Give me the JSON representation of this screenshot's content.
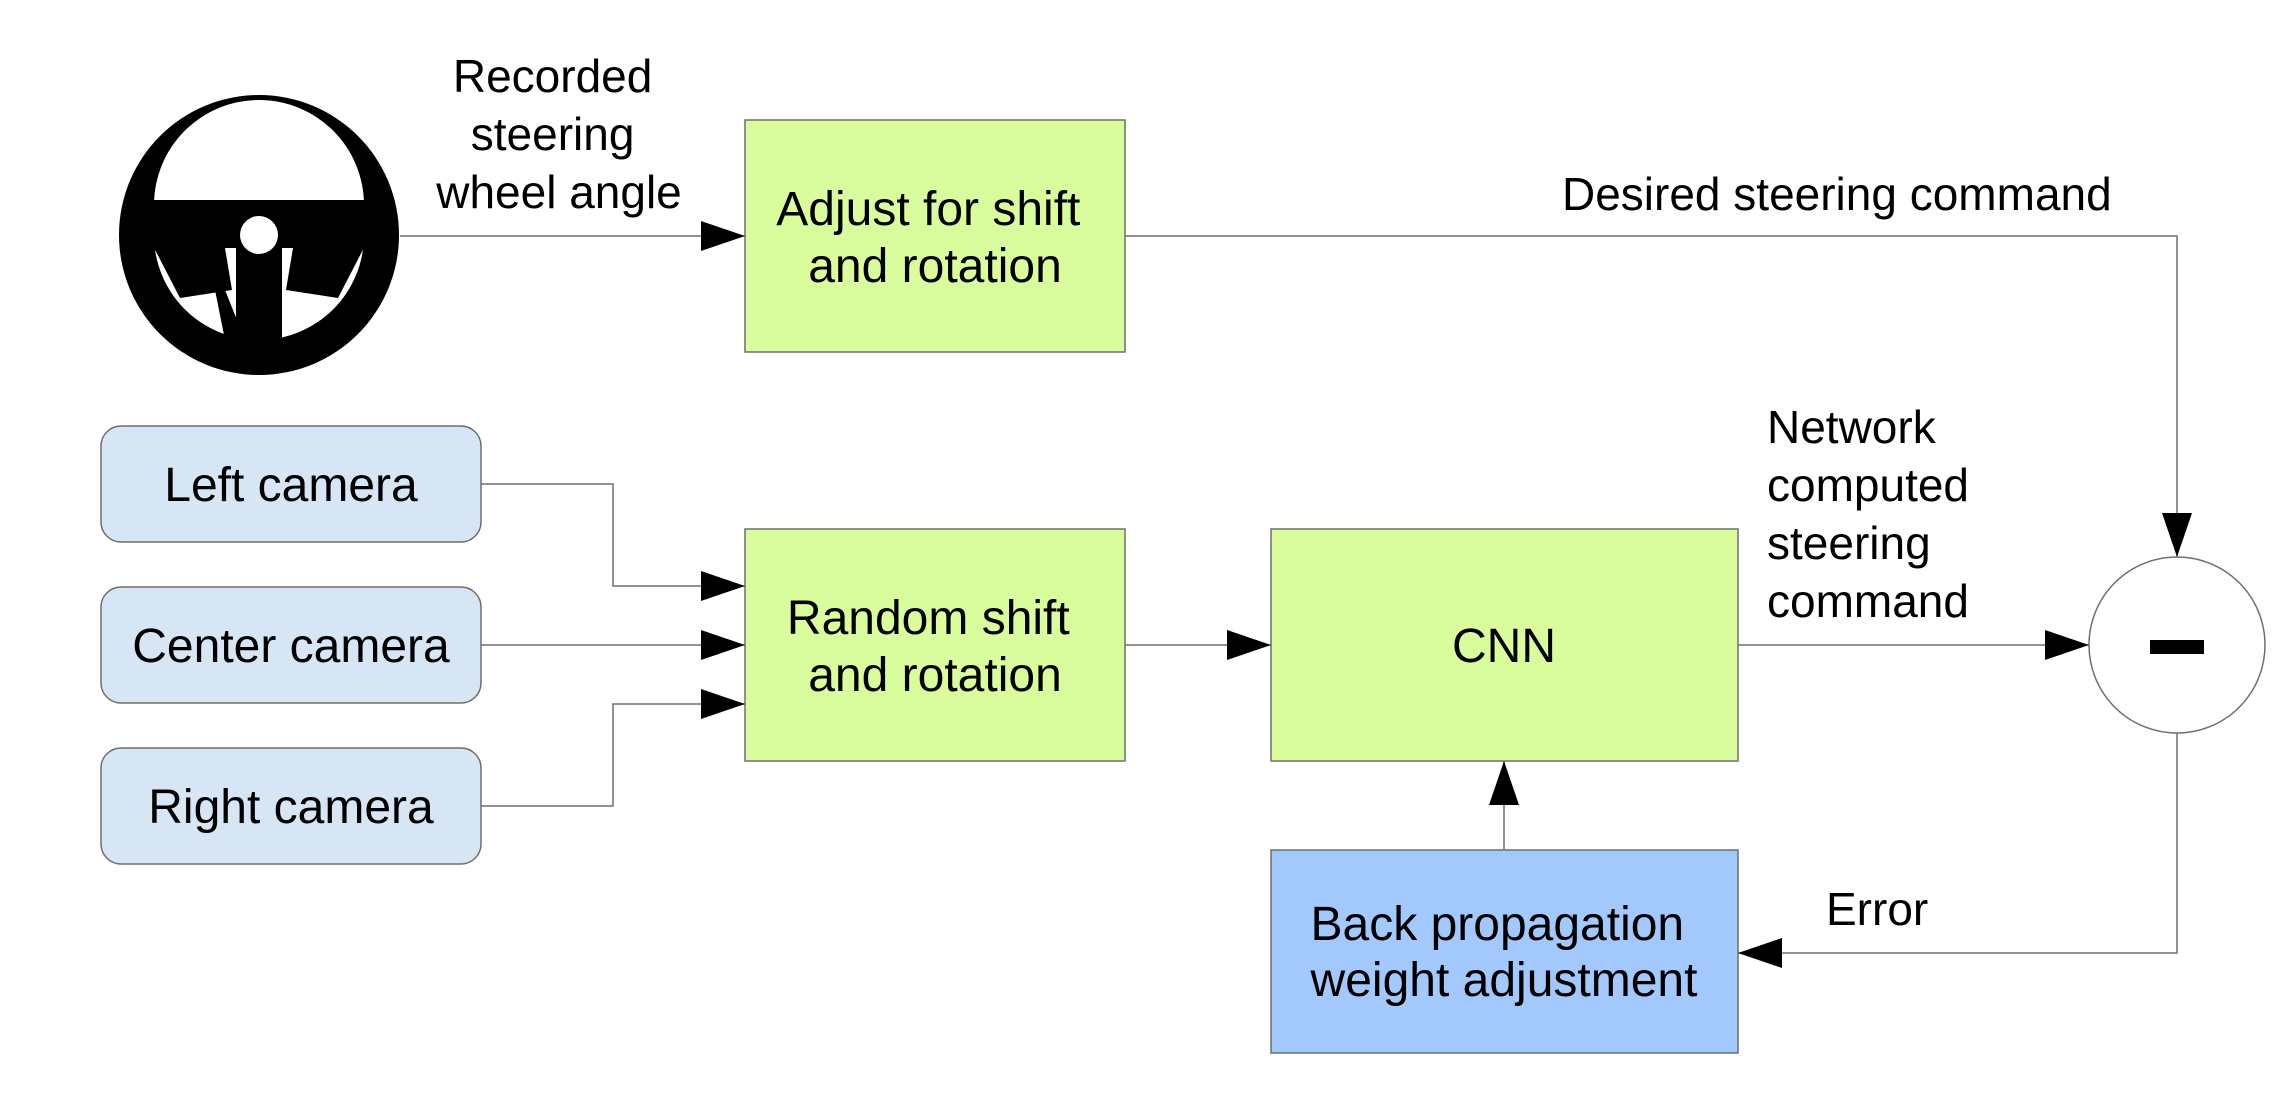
{
  "colors": {
    "green_box_fill": "#d9fc9c",
    "blue_box_fill": "#a3c9fc",
    "camera_box_fill": "#d6e6f4",
    "line": "#6e6e6e",
    "text": "#000000"
  },
  "icons": {
    "steering_wheel": "steering-wheel-icon",
    "subtract_node": "minus-sign"
  },
  "nodes": {
    "steering_wheel_label": [
      "Recorded",
      "steering",
      "wheel angle"
    ],
    "adjust_box": [
      "Adjust for shift",
      "and rotation"
    ],
    "left_camera": "Left camera",
    "center_camera": "Center camera",
    "right_camera": "Right camera",
    "random_box": [
      "Random shift",
      "and rotation"
    ],
    "cnn_box": "CNN",
    "backprop_box": [
      "Back propagation",
      "weight adjustment"
    ],
    "subtract_symbol": "−"
  },
  "edge_labels": {
    "desired": "Desired steering command",
    "network": [
      "Network",
      "computed",
      "steering",
      "command"
    ],
    "error": "Error"
  }
}
